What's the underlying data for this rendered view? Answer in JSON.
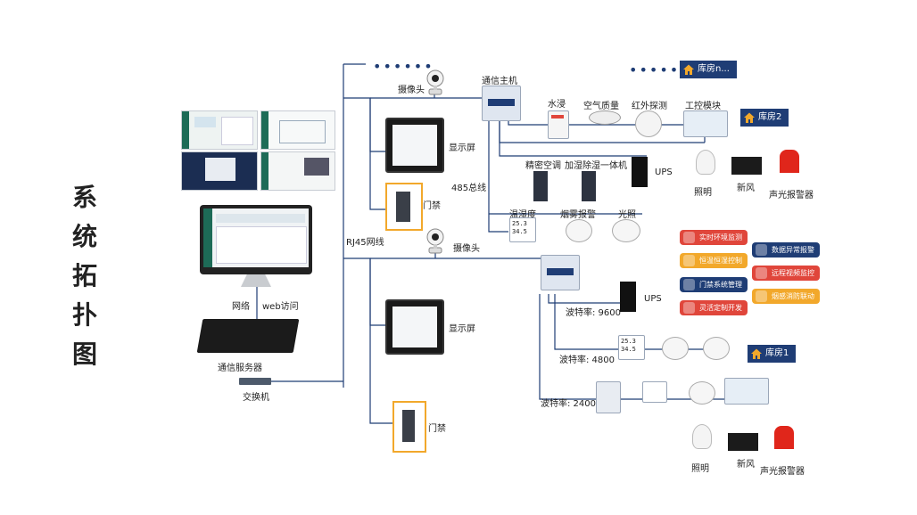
{
  "title_chars": [
    "系",
    "统",
    "拓",
    "扑",
    "图"
  ],
  "labels": {
    "camera_top": "摄像头",
    "comm_host": "通信主机",
    "display_top": "显示屏",
    "door_top": "门禁",
    "bus485": "485总线",
    "rj45": "RJ45网线",
    "camera_mid": "摄像头",
    "display_mid": "显示屏",
    "door_bottom": "门禁",
    "network": "网络",
    "web": "web访问",
    "comm_server": "通信服务器",
    "switch": "交换机",
    "water": "水浸",
    "air": "空气质量",
    "infrared": "红外探测",
    "ctrl_module": "工控模块",
    "lighting_top": "照明",
    "fresh_air_top": "新风",
    "alarm_top": "声光报警器",
    "ac": "精密空调",
    "humid": "加湿除湿一体机",
    "ups_top": "UPS",
    "temp_humid": "温湿度",
    "smoke": "烟雾报警",
    "light_sensor": "光照",
    "ups_mid": "UPS",
    "baud_9600": "波特率: 9600",
    "baud_4800": "波特率: 4800",
    "baud_2400": "波特率: 2400",
    "lighting_bottom": "照明",
    "fresh_air_bottom": "新风",
    "alarm_bottom": "声光报警器",
    "sensor_top_val1": "25.3",
    "sensor_top_val2": "34.5",
    "sensor_mid_val1": "25.3",
    "sensor_mid_val2": "34.5"
  },
  "rooms": {
    "room_n": "库房n...",
    "room_2": "库房2",
    "room_1": "库房1"
  },
  "features": [
    {
      "label": "实时环境监测",
      "color": "#e0463b"
    },
    {
      "label": "数据异常报警",
      "color": "#1f3d75"
    },
    {
      "label": "恒温恒湿控制",
      "color": "#f2a82b"
    },
    {
      "label": "远程视频监控",
      "color": "#e0463b"
    },
    {
      "label": "门禁系统管理",
      "color": "#1f3d75"
    },
    {
      "label": "烟感消防联动",
      "color": "#f2a82b"
    },
    {
      "label": "灵活定制开发",
      "color": "#e0463b"
    }
  ],
  "colors": {
    "line": "#1f3d75",
    "accent_red": "#e0463b",
    "accent_orange": "#f2a82b",
    "navy": "#1f3d75"
  }
}
